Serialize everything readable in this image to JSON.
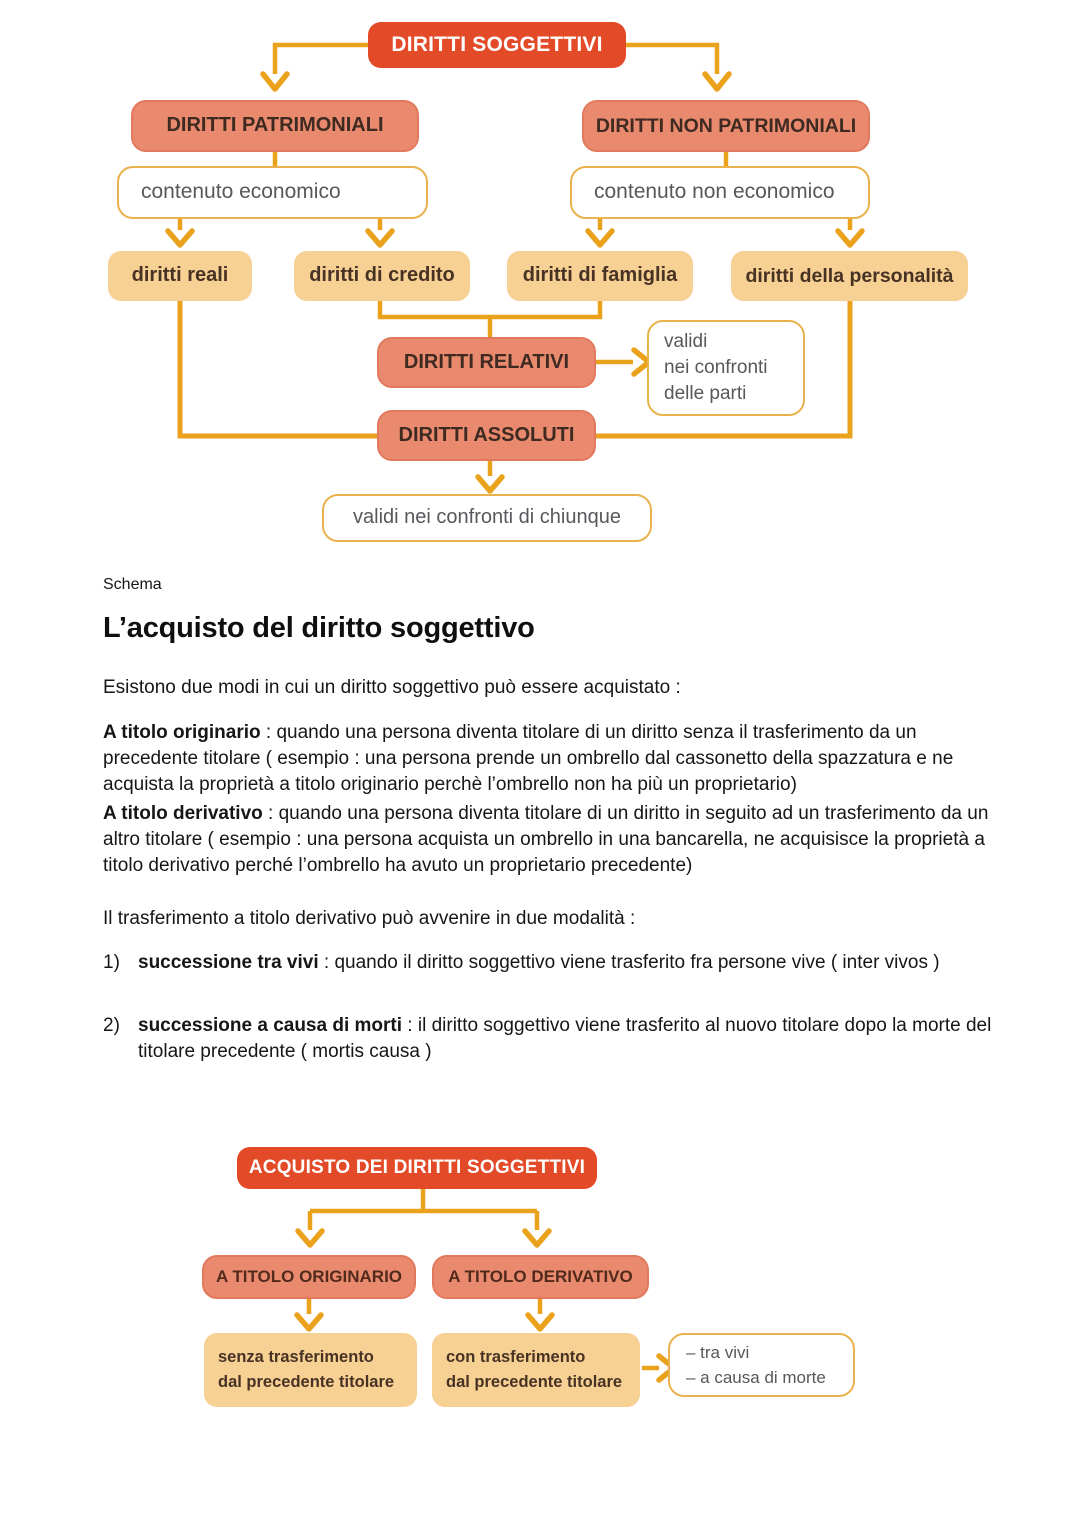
{
  "colors": {
    "red": "#e24a28",
    "salmon": "#e98a6e",
    "salmon_border": "#e2795c",
    "salmon_text": "#3e2a21",
    "salmon_text_dark": "#522a1c",
    "peach": "#f7d093",
    "peach_text": "#473224",
    "gold": "#eaa21c",
    "outline": "#e9b24c",
    "muted": "#57585c",
    "ink": "#161616"
  },
  "diagram1": {
    "root": "DIRITTI SOGGETTIVI",
    "patrimoniali": "DIRITTI PATRIMONIALI",
    "non_patrimoniali": "DIRITTI NON PATRIMONIALI",
    "contenuto_economico": "contenuto economico",
    "contenuto_non_economico": "contenuto non economico",
    "reali": "diritti reali",
    "credito": "diritti di credito",
    "famiglia": "diritti di famiglia",
    "personalita": "diritti della personalità",
    "relativi": "DIRITTI RELATIVI",
    "validi_parti": [
      "validi",
      "nei confronti",
      "delle parti"
    ],
    "assoluti": "DIRITTI ASSOLUTI",
    "chiunque": "validi nei confronti di chiunque"
  },
  "text": {
    "caption": "Schema",
    "heading": "L’acquisto del diritto soggettivo",
    "intro": "Esistono due modi in cui un diritto soggettivo può essere acquistato :",
    "p_originario": {
      "lead": "A titolo originario",
      "rest": " : quando una persona diventa titolare di un diritto senza il trasferimento da un precedente titolare ( esempio : una persona prende un ombrello dal cassonetto della spazzatura e ne acquista la proprietà a titolo originario perchè l’ombrello non ha più un proprietario)"
    },
    "p_derivativo": {
      "lead": "A titolo derivativo",
      "rest": " : quando una persona diventa titolare di un diritto in seguito ad un trasferimento da un altro titolare ( esempio : una persona acquista un ombrello in una bancarella, ne acquisisce la proprietà a titolo derivativo perché l’ombrello ha avuto un proprietario precedente)"
    },
    "p_modalita": "Il trasferimento a titolo derivativo può avvenire in due modalità :",
    "items": [
      {
        "num": "1)",
        "lead": "successione tra vivi",
        "rest": " : quando il diritto soggettivo viene trasferito fra persone vive ( inter vivos )"
      },
      {
        "num": "2)",
        "lead": "successione a causa di morti",
        "rest": " : il diritto soggettivo viene trasferito al nuovo titolare dopo la morte del titolare precedente ( mortis causa )"
      }
    ]
  },
  "diagram2": {
    "root": "ACQUISTO DEI DIRITTI SOGGETTIVI",
    "originario": "A TITOLO ORIGINARIO",
    "derivativo": "A TITOLO DERIVATIVO",
    "senza": [
      "senza trasferimento",
      "dal precedente titolare"
    ],
    "con": [
      "con trasferimento",
      "dal precedente titolare"
    ],
    "modalita": [
      "– tra vivi",
      "– a causa di morte"
    ]
  }
}
